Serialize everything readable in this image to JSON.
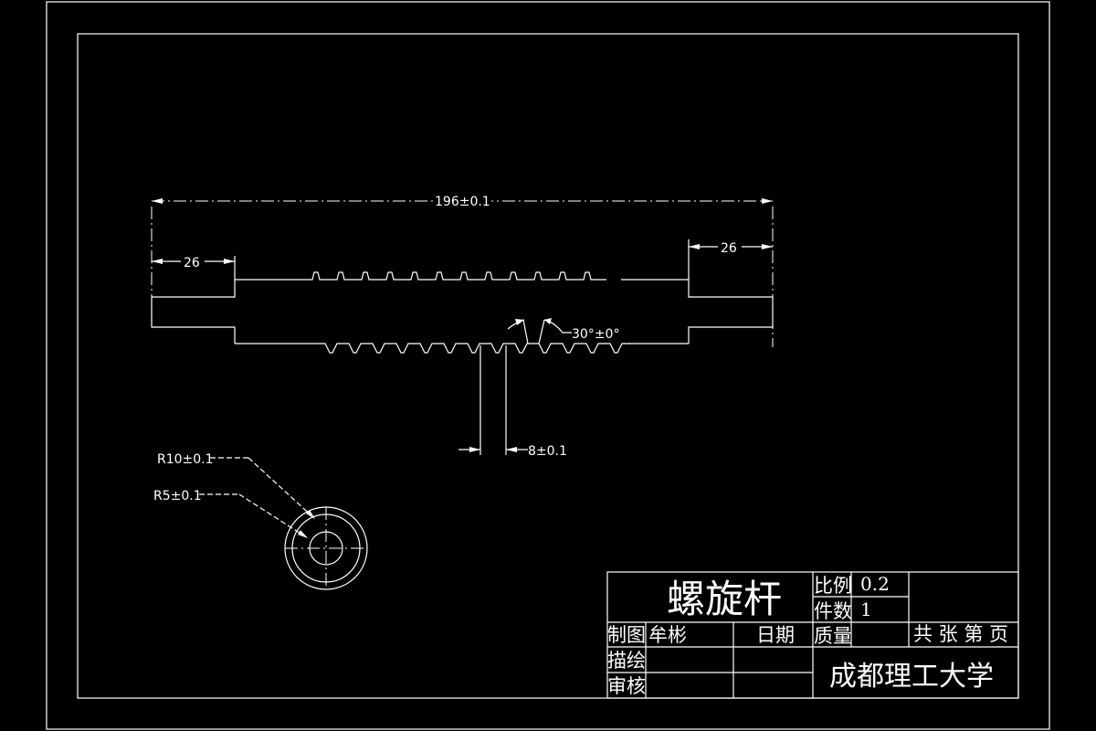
{
  "drawing": {
    "dimensions": {
      "overall_length": "196±0.1",
      "left_step": "26",
      "right_step": "26",
      "thread_angle": "30°±0°",
      "pitch": "8±0.1",
      "outer_radius": "R10±0.1",
      "inner_radius": "R5±0.1"
    },
    "title_block": {
      "part_name": "螺旋杆",
      "scale_label": "比例",
      "scale_value": "0.2",
      "quantity_label": "件数",
      "quantity_value": "1",
      "drawn_label": "制图",
      "drawn_by": "牟彬",
      "date_label": "日期",
      "mass_label": "质量",
      "sheets_label": "共 张 第 页",
      "traced_label": "描绘",
      "checked_label": "审核",
      "institution": "成都理工大学"
    }
  }
}
